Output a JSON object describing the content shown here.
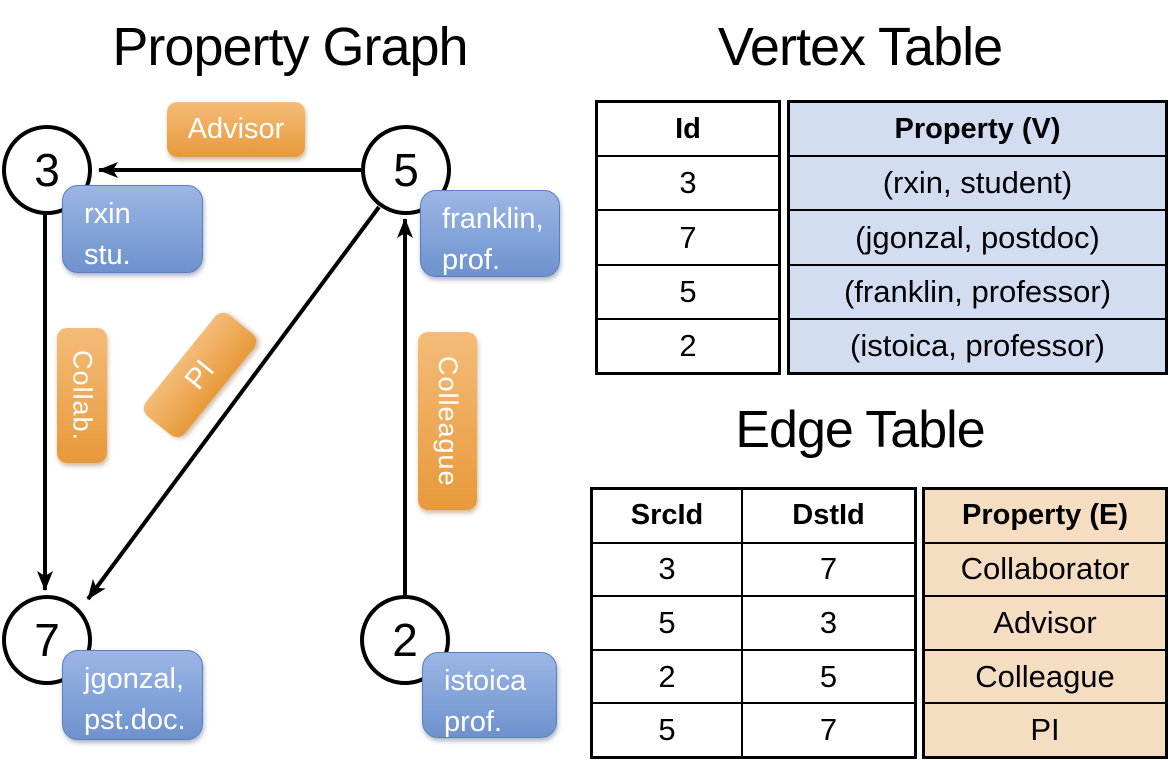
{
  "graph": {
    "title": "Property Graph",
    "nodes": [
      {
        "id": "3"
      },
      {
        "id": "5"
      },
      {
        "id": "7"
      },
      {
        "id": "2"
      }
    ],
    "vertex_boxes": [
      {
        "line1": "rxin",
        "line2": "stu."
      },
      {
        "line1": "franklin,",
        "line2": "prof."
      },
      {
        "line1": "jgonzal,",
        "line2": "pst.doc."
      },
      {
        "line1": "istoica",
        "line2": "prof."
      }
    ],
    "edge_labels": [
      {
        "label": "Advisor"
      },
      {
        "label": "Collab."
      },
      {
        "label": "PI"
      },
      {
        "label": "Colleague"
      }
    ]
  },
  "vertex_table": {
    "title": "Vertex Table",
    "columns": [
      "Id",
      "Property (V)"
    ],
    "rows": [
      [
        "3",
        "(rxin, student)"
      ],
      [
        "7",
        "(jgonzal, postdoc)"
      ],
      [
        "5",
        "(franklin, professor)"
      ],
      [
        "2",
        "(istoica, professor)"
      ]
    ]
  },
  "edge_table": {
    "title": "Edge Table",
    "columns": [
      "SrcId",
      "DstId",
      "Property (E)"
    ],
    "rows": [
      [
        "3",
        "7",
        "Collaborator"
      ],
      [
        "5",
        "3",
        "Advisor"
      ],
      [
        "2",
        "5",
        "Colleague"
      ],
      [
        "5",
        "7",
        "PI"
      ]
    ]
  },
  "colors": {
    "edge_label_fill_top": "#f4bc79",
    "edge_label_fill_bottom": "#e8993a",
    "vertex_box_fill_top": "#9cb6e5",
    "vertex_box_fill_bottom": "#6e92cd",
    "vertex_table_property_fill": "#d3ddf2",
    "edge_table_property_fill": "#f5ddc2",
    "line_color": "#000000"
  }
}
